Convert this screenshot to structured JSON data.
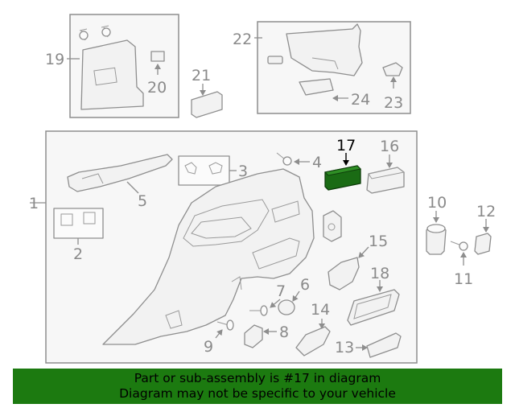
{
  "callouts": {
    "c1": "1",
    "c2": "2",
    "c3": "3",
    "c4": "4",
    "c5": "5",
    "c6": "6",
    "c7": "7",
    "c8": "8",
    "c9": "9",
    "c10": "10",
    "c11": "11",
    "c12": "12",
    "c13": "13",
    "c14": "14",
    "c15": "15",
    "c16": "16",
    "c17": "17",
    "c18": "18",
    "c19": "19",
    "c20": "20",
    "c21": "21",
    "c22": "22",
    "c23": "23",
    "c24": "24"
  },
  "highlight": {
    "part_number": "17",
    "color": "#1a6b14"
  },
  "banner": {
    "line1": "Part or sub-assembly is #17 in diagram",
    "line2": "Diagram may not be specific to your vehicle",
    "background": "#1c7a10"
  }
}
